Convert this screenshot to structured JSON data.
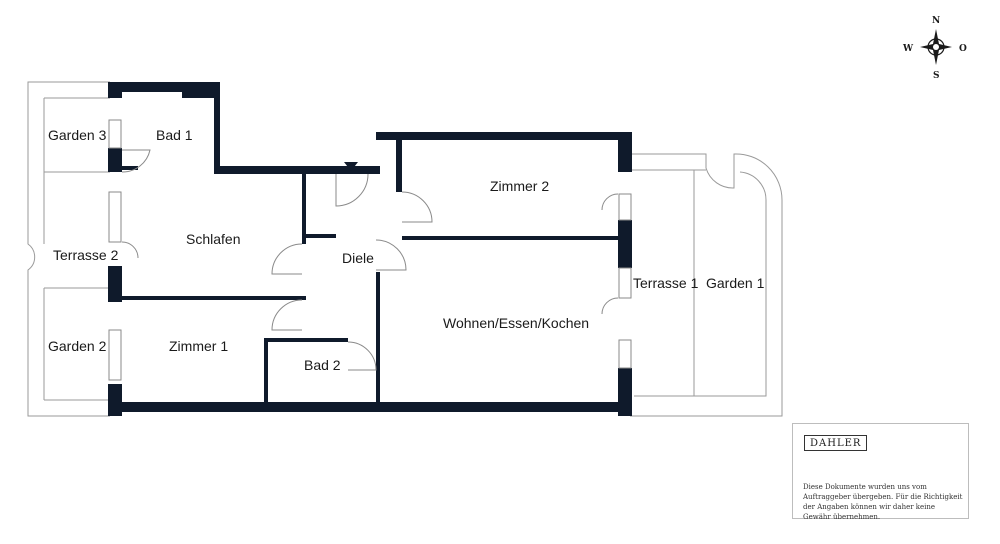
{
  "rooms": {
    "garden3": "Garden 3",
    "bad1": "Bad 1",
    "schlafen": "Schlafen",
    "terrasse2": "Terrasse 2",
    "garden2": "Garden 2",
    "zimmer1": "Zimmer 1",
    "bad2": "Bad 2",
    "diele": "Diele",
    "zimmer2": "Zimmer 2",
    "wohnen": "Wohnen/Essen/Kochen",
    "terrasse1": "Terrasse 1",
    "garden1": "Garden 1"
  },
  "compass": {
    "n": "N",
    "s": "S",
    "w": "W",
    "o": "O"
  },
  "legend": {
    "brand": "DAHLER",
    "disclaimer": "Diese Dokumente wurden uns vom Auftraggeber übergeben. Für die Richtigkeit der Angaben können wir daher keine Gewähr übernehmen."
  },
  "colors": {
    "wall": "#0f1a2b",
    "outline": "#9a9a9a",
    "door": "#8a8a8a"
  }
}
